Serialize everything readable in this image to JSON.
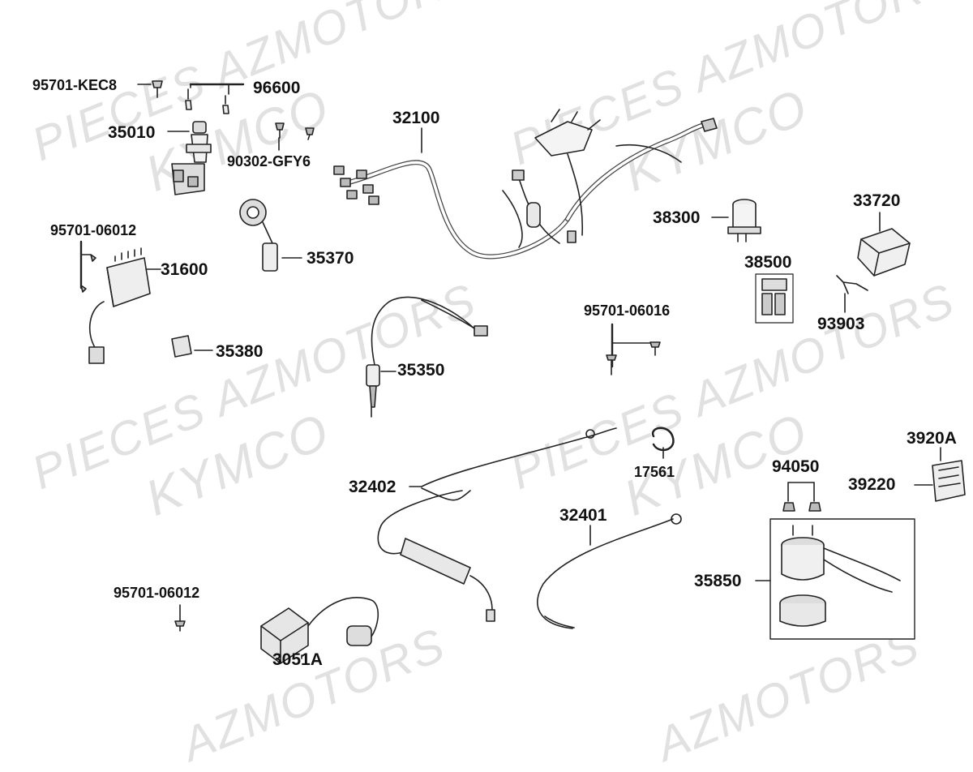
{
  "watermark": {
    "line1": "PIECES AZMOTORS",
    "line2": "KYMCO",
    "partial": "AZMOTORS"
  },
  "labels": {
    "p95701_kec8": "95701-KEC8",
    "p96600": "96600",
    "p35010": "35010",
    "p90302_gfy6": "90302-GFY6",
    "p32100": "32100",
    "p38300": "38300",
    "p33720": "33720",
    "p38500": "38500",
    "p93903": "93903",
    "p95701_06012_top": "95701-06012",
    "p31600": "31600",
    "p35370": "35370",
    "p35380": "35380",
    "p35350": "35350",
    "p95701_06016": "95701-06016",
    "p3920a": "3920A",
    "p39220": "39220",
    "p94050": "94050",
    "p17561": "17561",
    "p32402": "32402",
    "p32401": "32401",
    "p35850": "35850",
    "p95701_06012_bottom": "95701-06012",
    "p3051a": "3051A"
  }
}
